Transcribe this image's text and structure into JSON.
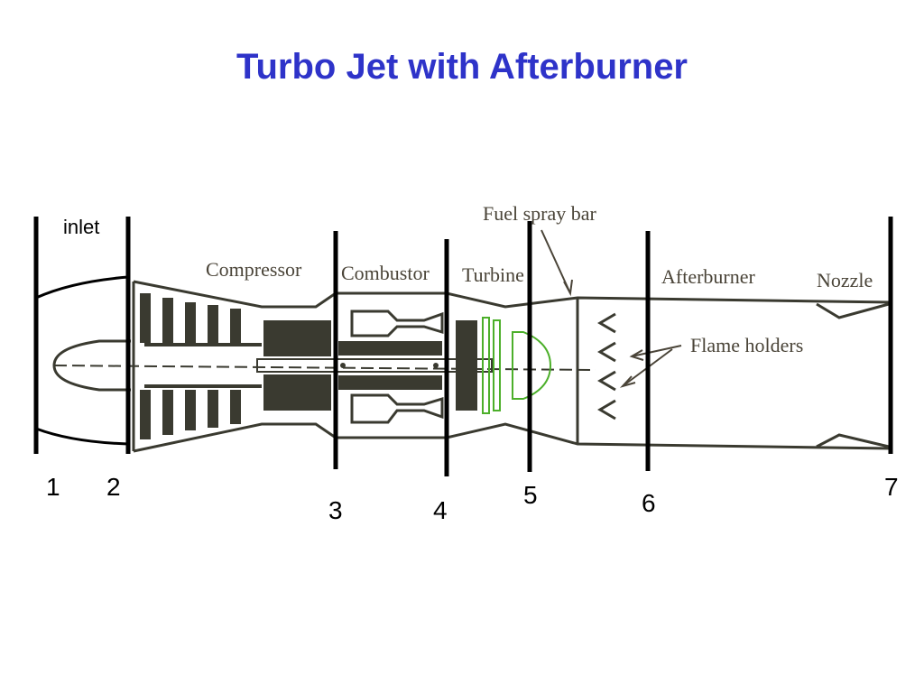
{
  "title": "Turbo Jet with Afterburner",
  "components": {
    "compressor": "Compressor",
    "combustor": "Combustor",
    "turbine": "Turbine",
    "fuel_spray_bar": "Fuel spray bar",
    "afterburner": "Afterburner",
    "nozzle": "Nozzle",
    "flame_holders": "Flame holders"
  },
  "inlet_label": "inlet",
  "stations": [
    {
      "label": "1"
    },
    {
      "label": "2"
    },
    {
      "label": "3"
    },
    {
      "label": "4"
    },
    {
      "label": "5"
    },
    {
      "label": "6"
    },
    {
      "label": "7"
    }
  ],
  "colors": {
    "title": "#2e33c9",
    "engine_ink": "#3a3a30",
    "turbine_accent": "#4caf2a",
    "station_line": "#000000"
  }
}
